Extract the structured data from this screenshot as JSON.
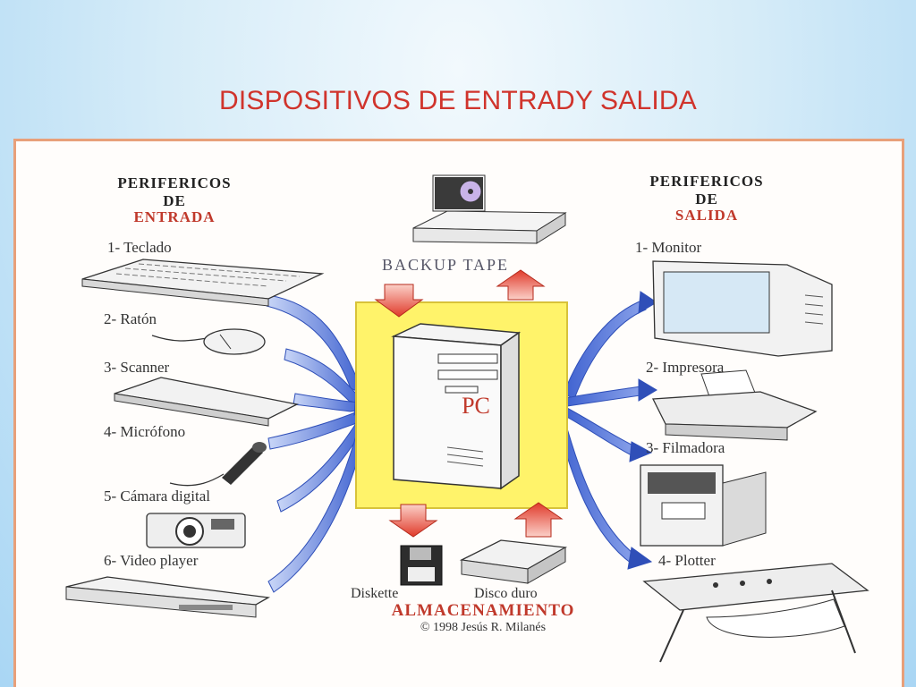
{
  "title": "DISPOSITIVOS DE ENTRADY SALIDA",
  "input_header": {
    "line1": "PERIFERICOS",
    "line2": "DE",
    "line3": "ENTRADA"
  },
  "output_header": {
    "line1": "PERIFERICOS",
    "line2": "DE",
    "line3": "SALIDA"
  },
  "input_devices": [
    "1- Teclado",
    "2- Ratón",
    "3- Scanner",
    "4- Micrófono",
    "5- Cámara digital",
    "6- Video player"
  ],
  "output_devices": [
    "1- Monitor",
    "2- Impresora",
    "3- Filmadora",
    "4- Plotter"
  ],
  "backup_label": "BACKUP TAPE",
  "center_label": "PC",
  "storage": {
    "diskette": "Diskette",
    "disco": "Disco duro",
    "title": "ALMACENAMIENTO",
    "credit": "© 1998 Jesús R. Milanés"
  },
  "colors": {
    "title": "#d0342c",
    "arrow_blue": "#4a6fd6",
    "arrow_red": "#e04a3a",
    "pc_box": "#fff36a",
    "header_red": "#c0392b"
  }
}
